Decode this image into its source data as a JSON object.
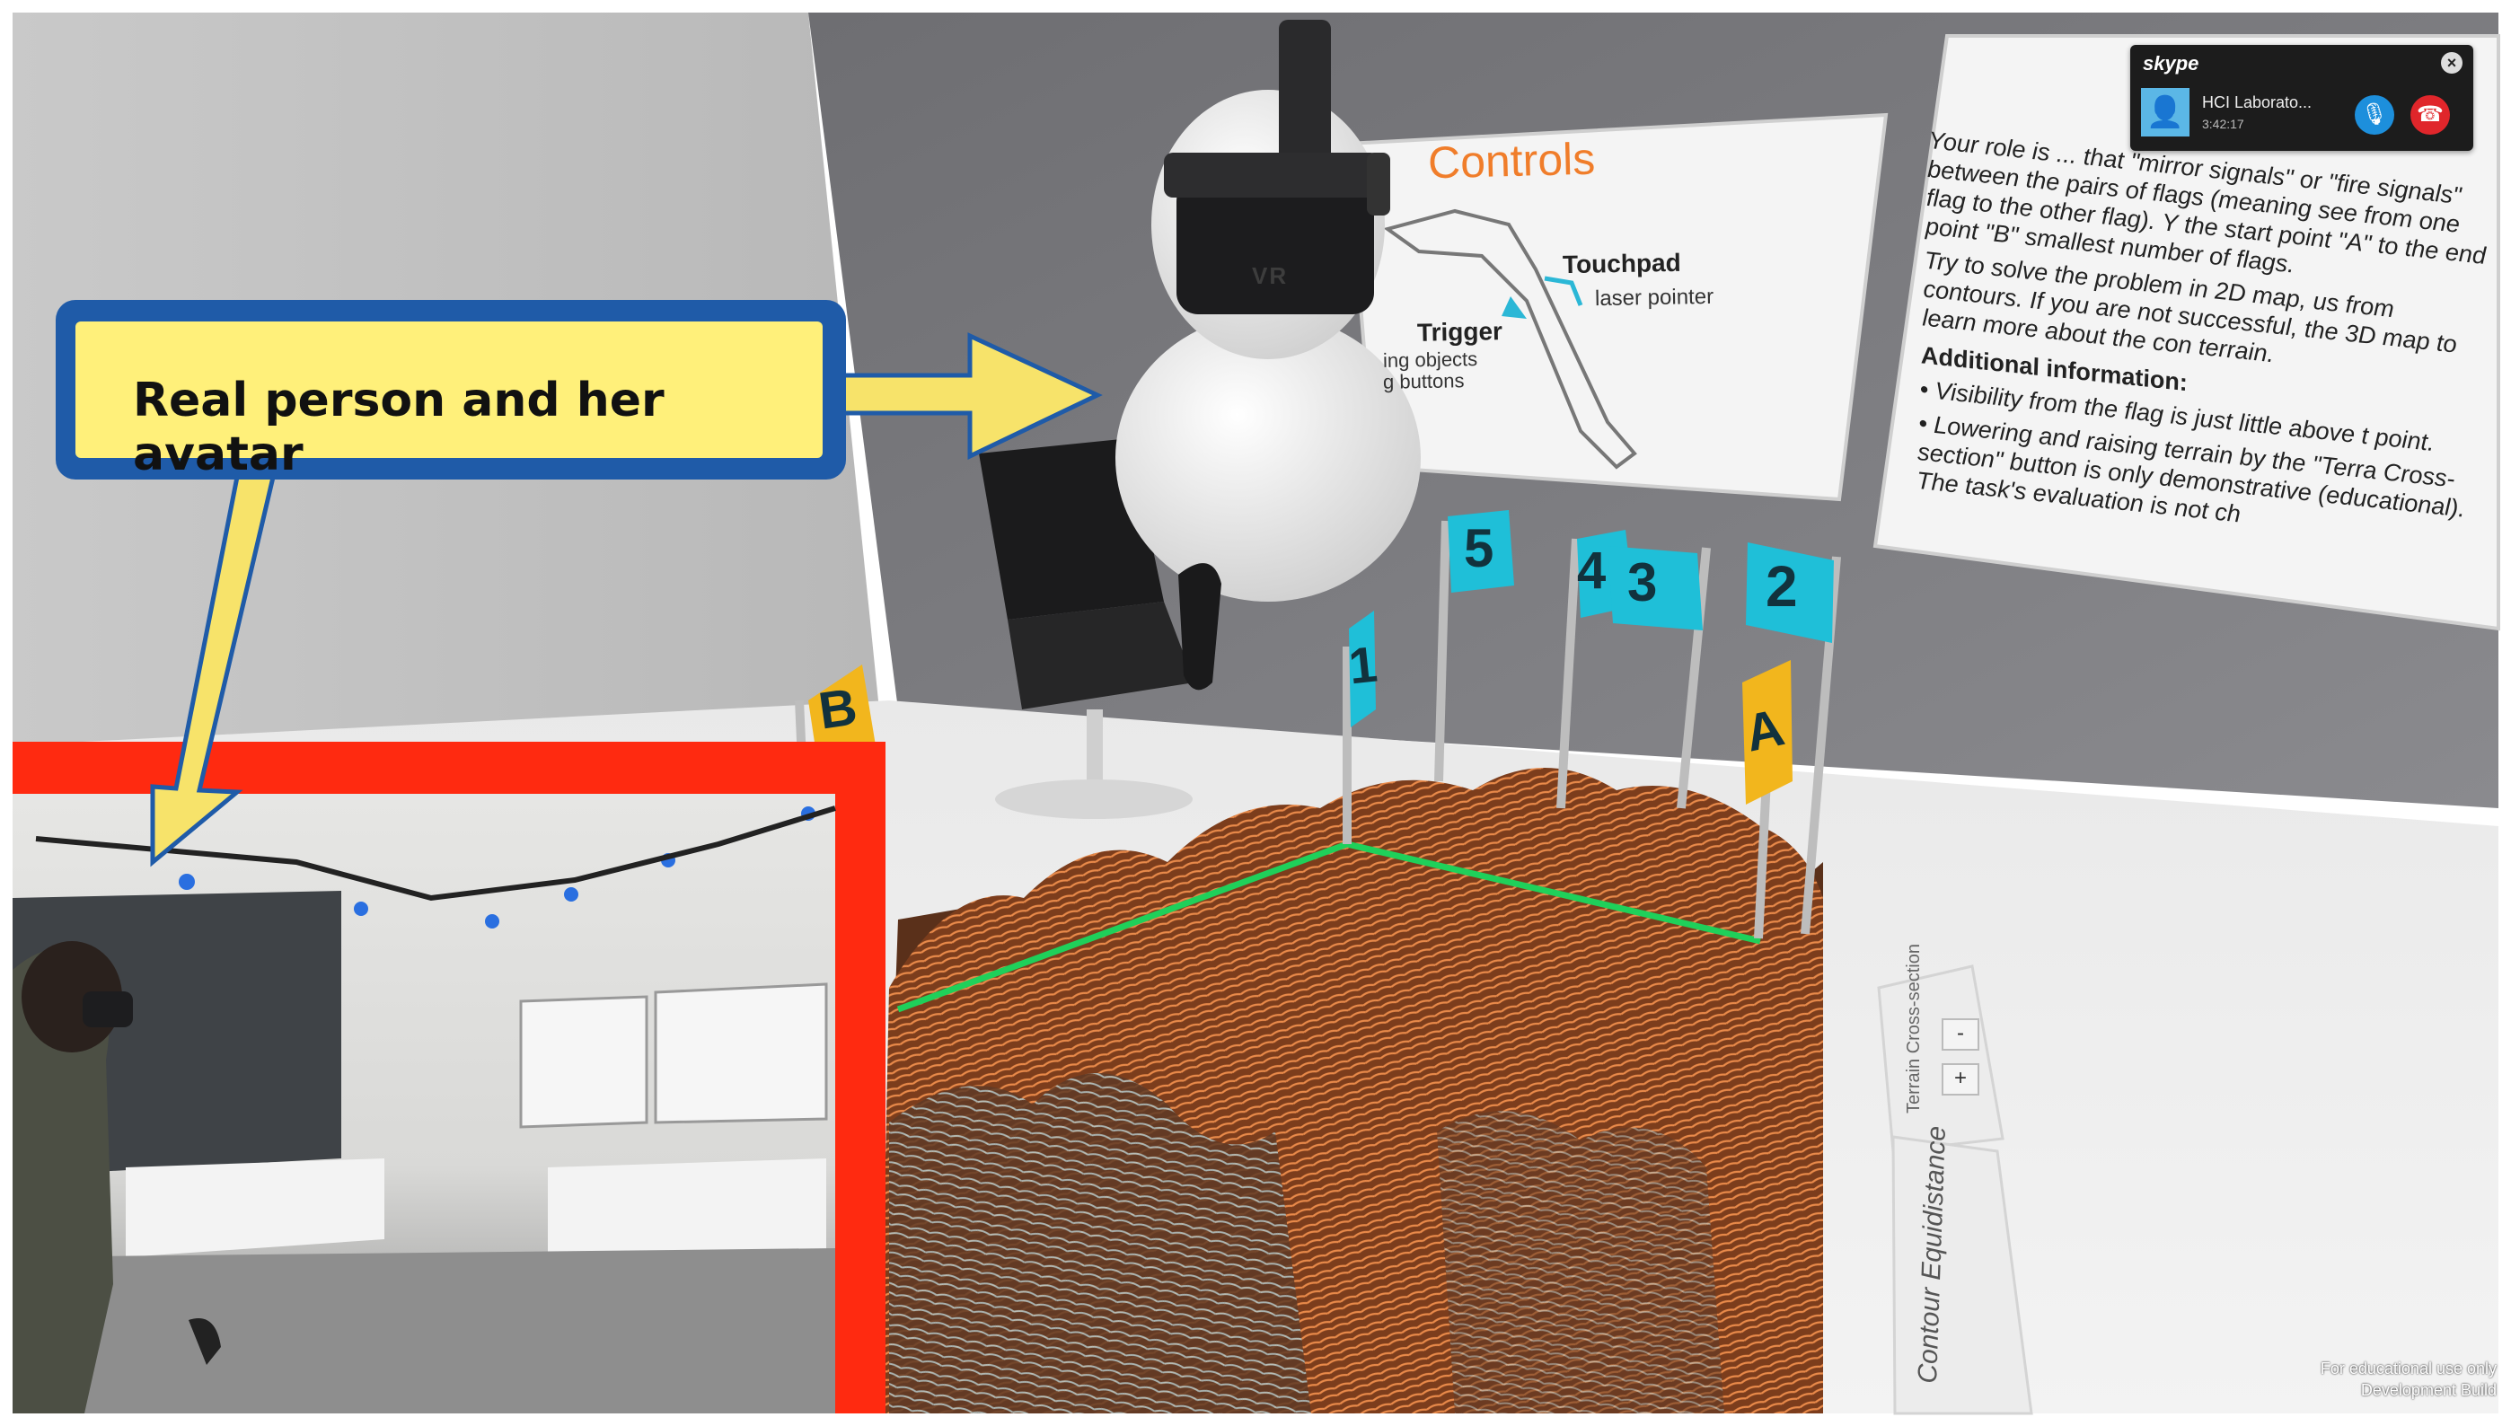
{
  "skype": {
    "logo": "skype",
    "contact_name": "HCI Laborato...",
    "call_time": "3:42:17",
    "close_icon": "close-icon",
    "mic_icon": "microphone-icon",
    "hangup_icon": "hangup-icon"
  },
  "callout": {
    "label": "Real person and her avatar"
  },
  "controls_poster": {
    "title": "Controls",
    "touchpad": "Touchpad",
    "laser": "laser pointer",
    "trigger": "Trigger",
    "grab_line1": "ing objects",
    "grab_line2": "g buttons"
  },
  "rules_panel": {
    "p1": "Your role is ... that \"mirror signals\" or \"fire signals\" between the pairs of flags (meaning see from one flag to the other flag). Y the start point \"A\" to the end point \"B\" smallest number of flags.",
    "p2": "Try to solve the problem in 2D map, us from contours. If you are not successful, the 3D map to learn more about the con terrain.",
    "heading": "Additional information:",
    "b1": "• Visibility from the flag is just little above t point.",
    "b2": "• Lowering and raising terrain by the \"Terra Cross-section\" button is only demonstrative (educational). The task's evaluation is not ch"
  },
  "headset_label": "VR",
  "flags": {
    "b": "B",
    "one": "1",
    "five": "5",
    "four": "4",
    "three": "3",
    "two": "2",
    "a": "A"
  },
  "side_panel": {
    "terrain_cross_section": "Terrain Cross-section",
    "minus": "-",
    "plus": "+",
    "contour_equidistance": "Contour Equidistance"
  },
  "watermark": {
    "line1": "For educational use only",
    "line2": "Development Build"
  },
  "colors": {
    "callout_border": "#1f5ba8",
    "callout_fill": "#fff07a",
    "inset_frame": "#ff2a10",
    "route_line": "#1fd05a",
    "flag_cyan": "#1fbfd8",
    "flag_yellow": "#f2b61d",
    "terrain": "#a4572b",
    "controls_title": "#f07d2a"
  }
}
